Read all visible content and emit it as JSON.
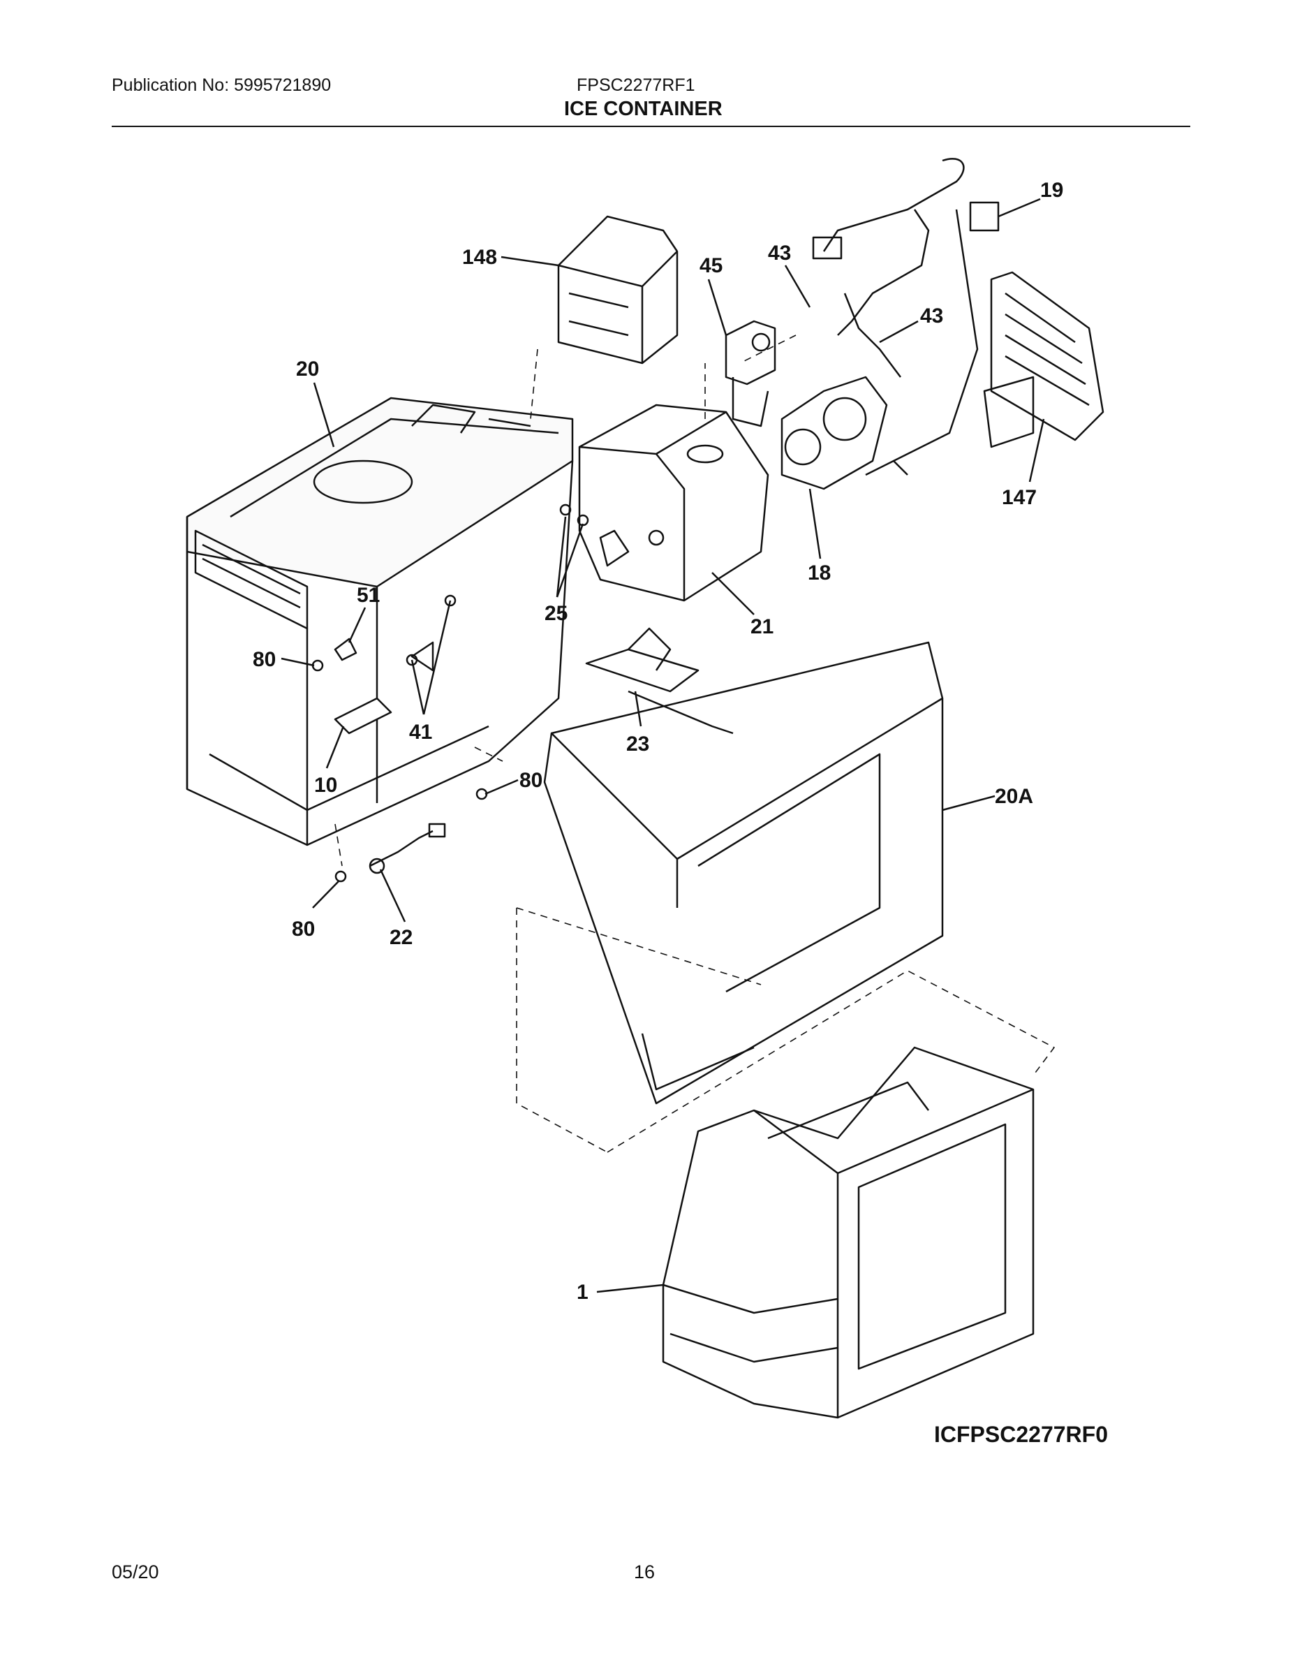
{
  "header": {
    "publication": "Publication No: 5995721890",
    "model": "FPSC2277RF1",
    "title": "ICE CONTAINER"
  },
  "diagram": {
    "callouts": [
      "148",
      "20",
      "45",
      "43",
      "19",
      "43",
      "147",
      "18",
      "21",
      "25",
      "51",
      "80",
      "41",
      "10",
      "23",
      "20A",
      "80",
      "80",
      "22",
      "1"
    ],
    "image_code": "ICFPSC2277RF0"
  },
  "footer": {
    "date": "05/20",
    "page": "16"
  }
}
